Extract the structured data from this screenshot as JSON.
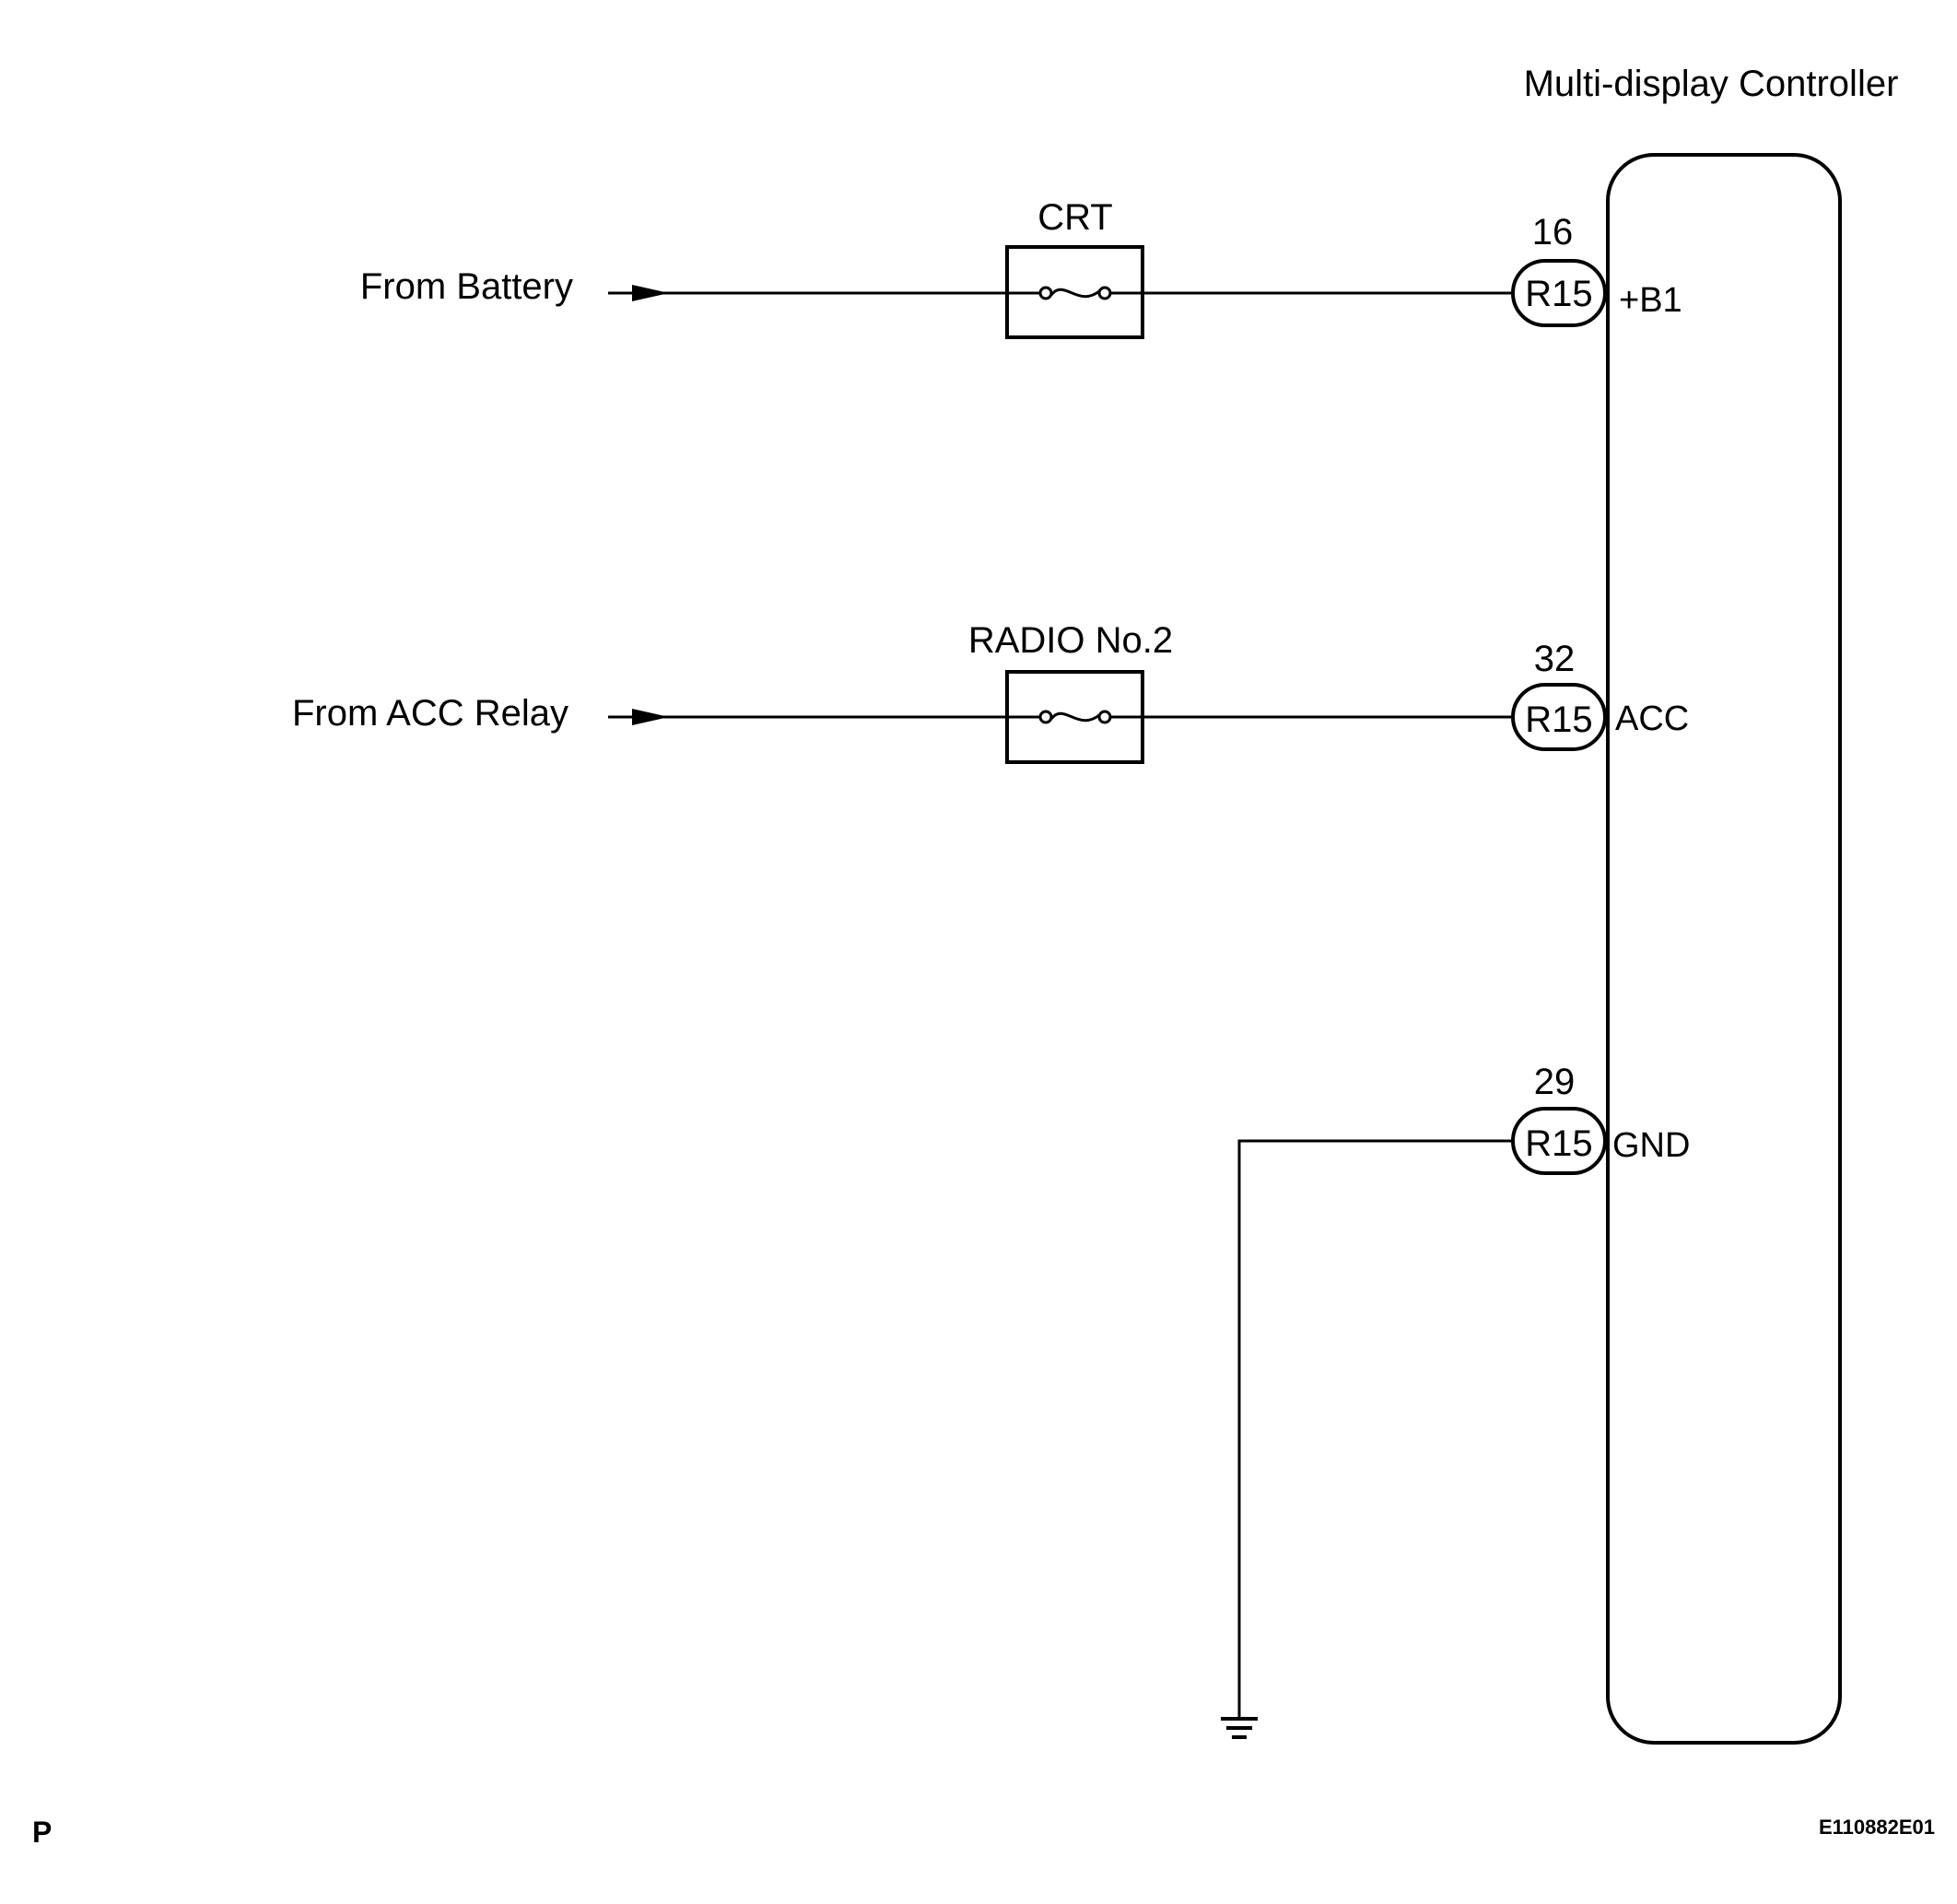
{
  "controller": {
    "title": "Multi-display Controller"
  },
  "circuits": [
    {
      "source": "From Battery",
      "fuse": "CRT",
      "connector": "R15",
      "pin": "16",
      "terminal": "+B1"
    },
    {
      "source": "From ACC Relay",
      "fuse": "RADIO No.2",
      "connector": "R15",
      "pin": "32",
      "terminal": "ACC"
    },
    {
      "connector": "R15",
      "pin": "29",
      "terminal": "GND"
    }
  ],
  "footer": {
    "left_code": "P",
    "figure_id": "E110882E01"
  }
}
